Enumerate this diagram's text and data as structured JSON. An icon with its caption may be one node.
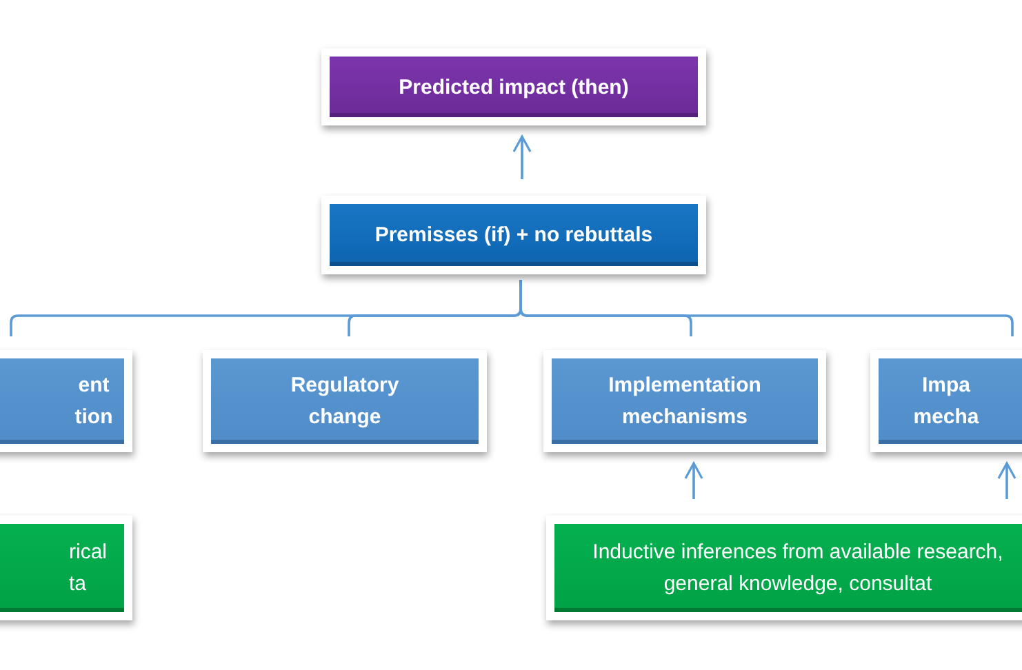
{
  "diagram": {
    "nodes": [
      {
        "text": [
          "Predicted impact (then)"
        ]
      },
      {
        "text": [
          "Premisses (if) + no rebuttals"
        ]
      },
      {
        "text": [
          "ent tion"
        ]
      },
      {
        "text": [
          "Regulatory change"
        ]
      },
      {
        "text": [
          "Implementation mechanisms"
        ]
      },
      {
        "text": [
          "Impa mecha"
        ]
      },
      {
        "text": [
          "rical ta"
        ]
      },
      {
        "text": [
          "Inductive inferences from available research, general knowledge, consultat"
        ]
      }
    ],
    "edges": [
      {
        "from": 1,
        "to": 0,
        "arrow": "to"
      },
      {
        "from": 2,
        "to": 1,
        "arrow": "none"
      },
      {
        "from": 3,
        "to": 1,
        "arrow": "none"
      },
      {
        "from": 4,
        "to": 1,
        "arrow": "none"
      },
      {
        "from": 5,
        "to": 1,
        "arrow": "none"
      },
      {
        "from": 7,
        "to": 4,
        "arrow": "to"
      },
      {
        "from": 7,
        "to": 5,
        "arrow": "to"
      }
    ]
  }
}
